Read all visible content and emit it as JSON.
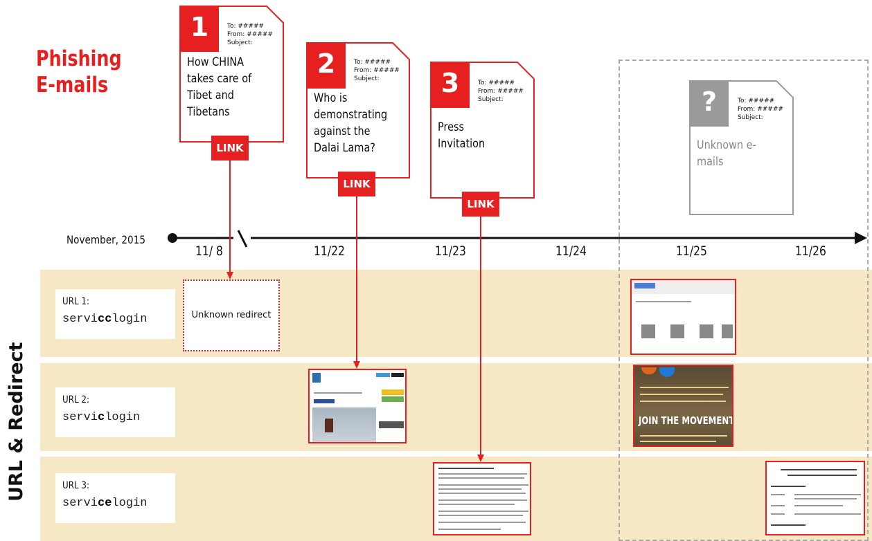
{
  "title": {
    "line1": "Phishing",
    "line2": "E-mails"
  },
  "side_label": "URL & Redirect",
  "emails": [
    {
      "number": "1",
      "to": "To: #####",
      "from": "From: #####",
      "subject": "Subject:",
      "body": "How CHINA\ntakes care of\nTibet and\nTibetans",
      "link": "LINK"
    },
    {
      "number": "2",
      "to": "To: #####",
      "from": "From: #####",
      "subject": "Subject:",
      "body": "Who is\ndemonstrating\nagainst the\nDalai Lama?",
      "link": "LINK"
    },
    {
      "number": "3",
      "to": "To: #####",
      "from": "From: #####",
      "subject": "Subject:",
      "body": "Press\nInvitation",
      "link": "LINK"
    },
    {
      "number": "?",
      "to": "To: #####",
      "from": "From: #####",
      "subject": "Subject:",
      "body": "Unknown e-\nmails"
    }
  ],
  "timeline": {
    "start_label": "November, 2015",
    "ticks": [
      "11/ 8",
      "11/22",
      "11/23",
      "11/24",
      "11/25",
      "11/26"
    ]
  },
  "urls": [
    {
      "label": "URL 1:",
      "prefix": "servi",
      "bold": "cc",
      "suffix": "login"
    },
    {
      "label": "URL 2:",
      "prefix": "servi",
      "bold": "c",
      "suffix": "login"
    },
    {
      "label": "URL 3:",
      "prefix": "servi",
      "bold": "ce",
      "suffix": "login"
    }
  ],
  "unknown_redirect": "Unknown redirect",
  "thumbnails": {
    "movement_banner": "JOIN THE MOVEMENT"
  },
  "colors": {
    "accent": "#e62020",
    "band": "#f6e8c4",
    "unknown": "#9a9a9a"
  }
}
